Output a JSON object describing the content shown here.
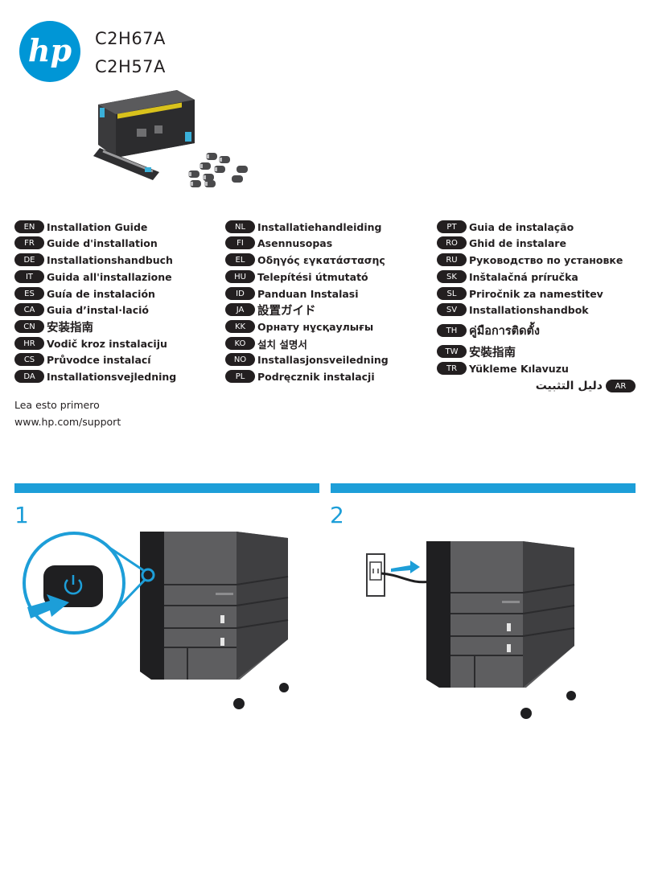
{
  "header": {
    "logo_text": "hp",
    "models": [
      "C2H67A",
      "C2H57A"
    ]
  },
  "languages": {
    "col1": [
      {
        "code": "EN",
        "name": "Installation Guide"
      },
      {
        "code": "FR",
        "name": "Guide d'installation"
      },
      {
        "code": "DE",
        "name": "Installationshandbuch"
      },
      {
        "code": "IT",
        "name": "Guida all'installazione"
      },
      {
        "code": "ES",
        "name": "Guía de instalación"
      },
      {
        "code": "CA",
        "name": "Guia d’instal·lació"
      },
      {
        "code": "CN",
        "name": "安装指南"
      },
      {
        "code": "HR",
        "name": "Vodič kroz instalaciju"
      },
      {
        "code": "CS",
        "name": "Průvodce instalací"
      },
      {
        "code": "DA",
        "name": "Installationsvejledning"
      }
    ],
    "col2": [
      {
        "code": "NL",
        "name": "Installatiehandleiding"
      },
      {
        "code": "FI",
        "name": "Asennusopas"
      },
      {
        "code": "EL",
        "name": "Οδηγός εγκατάστασης"
      },
      {
        "code": "HU",
        "name": "Telepítési útmutató"
      },
      {
        "code": "ID",
        "name": "Panduan Instalasi"
      },
      {
        "code": "JA",
        "name": "設置ガイド"
      },
      {
        "code": "KK",
        "name": "Орнату нұсқаулығы"
      },
      {
        "code": "KO",
        "name": "설치 설명서"
      },
      {
        "code": "NO",
        "name": "Installasjonsveiledning"
      },
      {
        "code": "PL",
        "name": "Podręcznik instalacji"
      }
    ],
    "col3": [
      {
        "code": "PT",
        "name": "Guia de instalação"
      },
      {
        "code": "RO",
        "name": "Ghid de instalare"
      },
      {
        "code": "RU",
        "name": "Руководство по установке"
      },
      {
        "code": "SK",
        "name": "Inštalačná príručka"
      },
      {
        "code": "SL",
        "name": "Priročnik za namestitev"
      },
      {
        "code": "SV",
        "name": "Installationshandbok"
      },
      {
        "code": "TH",
        "name": "คู่มือการติดตั้ง"
      },
      {
        "code": "TW",
        "name": "安裝指南"
      },
      {
        "code": "TR",
        "name": "Yükleme Kılavuzu"
      }
    ],
    "ar": {
      "code": "AR",
      "name": "دليل التثبيت"
    }
  },
  "notes": {
    "read_first": "Lea esto primero",
    "support_url": "www.hp.com/support"
  },
  "steps": [
    {
      "number": "1"
    },
    {
      "number": "2"
    }
  ],
  "colors": {
    "hp_blue": "#0096d6",
    "step_blue": "#1d9ed8",
    "pill_dark": "#231f20"
  }
}
